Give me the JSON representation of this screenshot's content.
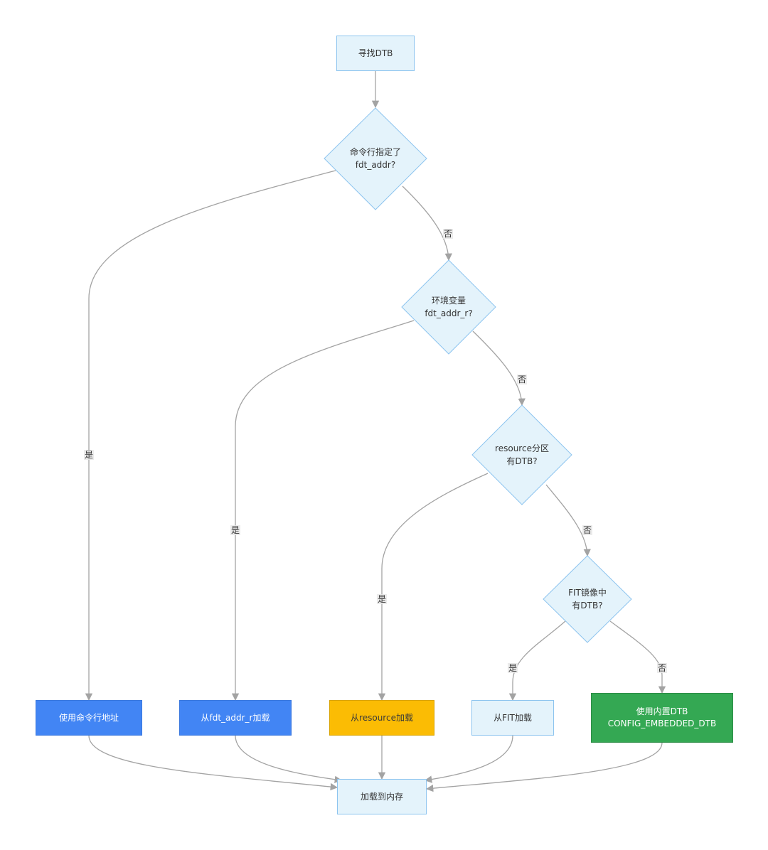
{
  "nodes": {
    "find_dtb": "寻找DTB",
    "q_cmdline": [
      "命令行指定了",
      "fdt_addr?"
    ],
    "q_env": [
      "环境变量",
      "fdt_addr_r?"
    ],
    "q_resource": [
      "resource分区",
      "有DTB?"
    ],
    "q_fit": [
      "FIT镜像中",
      "有DTB?"
    ],
    "use_cmdline": "使用命令行地址",
    "from_fdt_addr_r": "从fdt_addr_r加载",
    "from_resource": "从resource加载",
    "from_fit": "从FIT加载",
    "use_embedded": [
      "使用内置DTB",
      "CONFIG_EMBEDDED_DTB"
    ],
    "load_to_mem": "加载到内存"
  },
  "edge_labels": {
    "yes": "是",
    "no": "否"
  },
  "colors": {
    "default_fill": "#e4f3fb",
    "default_stroke": "#8dc4ef",
    "blue_fill": "#4285f4",
    "yellow_fill": "#fbbc04",
    "green_fill": "#34a853",
    "edge": "#a3a3a3"
  }
}
